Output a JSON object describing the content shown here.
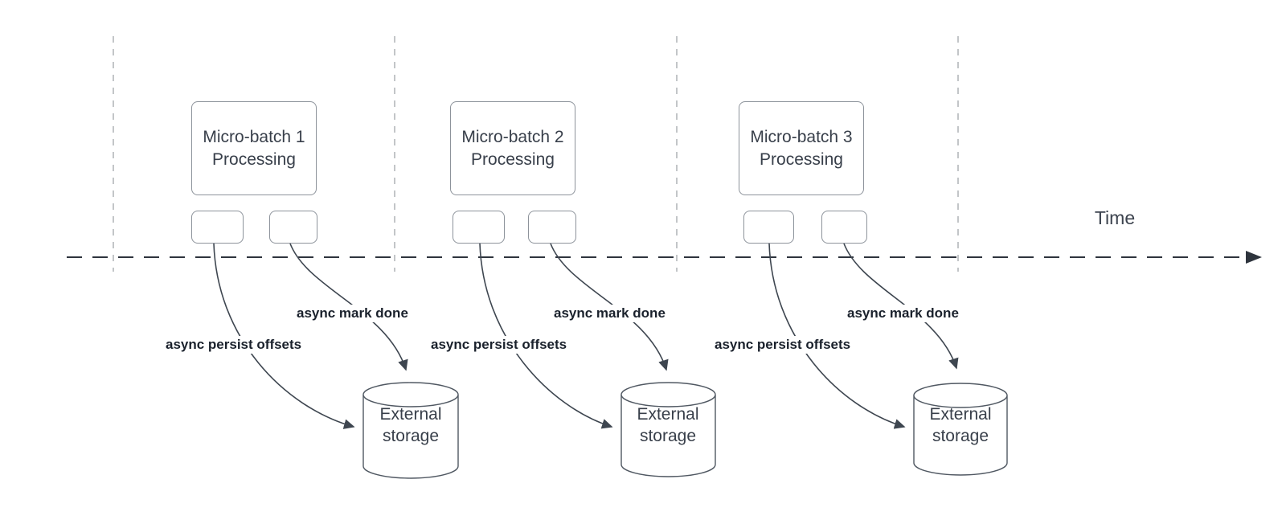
{
  "axis": {
    "time_label": "Time"
  },
  "groups": [
    {
      "processing_label": "Micro-batch 1 Processing",
      "persist_label": "async persist offsets",
      "done_label": "async mark done",
      "storage_label": "External storage"
    },
    {
      "processing_label": "Micro-batch 2 Processing",
      "persist_label": "async persist offsets",
      "done_label": "async mark done",
      "storage_label": "External storage"
    },
    {
      "processing_label": "Micro-batch 3 Processing",
      "persist_label": "async persist offsets",
      "done_label": "async mark done",
      "storage_label": "External storage"
    }
  ],
  "colors": {
    "background": "#ffffff",
    "box_border": "#8d939b",
    "box_text": "#383f4a",
    "cylinder_stroke": "#505862",
    "curve_stroke": "#3e4650",
    "edge_label_text": "#1a212c",
    "timeline": "#2e343d",
    "lane_line": "#b4b7ba"
  }
}
